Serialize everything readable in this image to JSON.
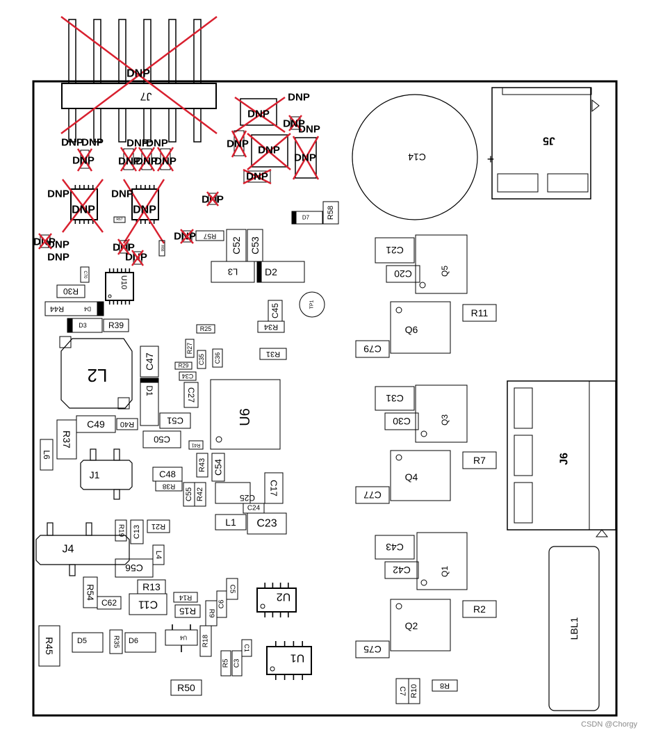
{
  "watermark": "CSDN @Chorgy",
  "dnp_marker": "DNP",
  "connectors": {
    "j7": "J7",
    "j5": "J5",
    "j6": "J6",
    "j1": "J1",
    "j4": "J4"
  },
  "ics": {
    "u10": "U10",
    "u6": "U6",
    "u2": "U2",
    "u1": "U1",
    "u4": "U4"
  },
  "transistors": {
    "q5": "Q5",
    "q6": "Q6",
    "q3": "Q3",
    "q4": "Q4",
    "q1": "Q1",
    "q2": "Q2"
  },
  "inductors": {
    "l2": "L2",
    "l3": "L3",
    "l6": "L6",
    "l1": "L1",
    "l4": "L4"
  },
  "diodes": {
    "d1": "D1",
    "d2": "D2",
    "d3": "D3",
    "d4": "D4",
    "d5": "D5",
    "d6": "D6",
    "d7": "D7"
  },
  "capacitors": {
    "c14": "C14",
    "c21": "C21",
    "c20": "C20",
    "c79": "C79",
    "c31": "C31",
    "c30": "C30",
    "c77": "C77",
    "c43": "C43",
    "c42": "C42",
    "c75": "C75",
    "c7": "C7",
    "c52": "C52",
    "c53": "C53",
    "c45": "C45",
    "c47": "C47",
    "c49": "C49",
    "c50": "C50",
    "c51": "C51",
    "c48": "C48",
    "c54": "C54",
    "c55": "C55",
    "c17": "C17",
    "c25": "C25",
    "c24": "C24",
    "c23": "C23",
    "c27": "C27",
    "c34": "C34",
    "c35": "C35",
    "c36": "C36",
    "c56": "C56",
    "c62": "C62",
    "c11": "C11",
    "c13": "C13",
    "c5": "C5",
    "c6": "C6",
    "c1": "C1",
    "c3": "C3",
    "c70": "C70"
  },
  "resistors": {
    "r11": "R11",
    "r7": "R7",
    "r2": "R2",
    "r8": "R8",
    "r10": "R10",
    "r58": "R58",
    "r57": "R57",
    "r30": "R30",
    "r44": "R44",
    "r39": "R39",
    "r34": "R34",
    "r31": "R31",
    "r25": "R25",
    "r27": "R27",
    "r29": "R29",
    "r37": "R37",
    "r40": "R40",
    "r41": "R41",
    "r43": "R43",
    "r38": "R38",
    "r42": "R42",
    "r19": "R19",
    "r21": "R21",
    "r54": "R54",
    "r13": "R13",
    "r14": "R14",
    "r15": "R15",
    "r9": "R9",
    "r18": "R18",
    "r35": "R35",
    "r45": "R45",
    "r5": "R5",
    "r50": "R50",
    "r66": "R66",
    "r67": "R67"
  },
  "misc": {
    "tp1": "TP1",
    "lbl1": "LBL1",
    "plus": "+"
  }
}
